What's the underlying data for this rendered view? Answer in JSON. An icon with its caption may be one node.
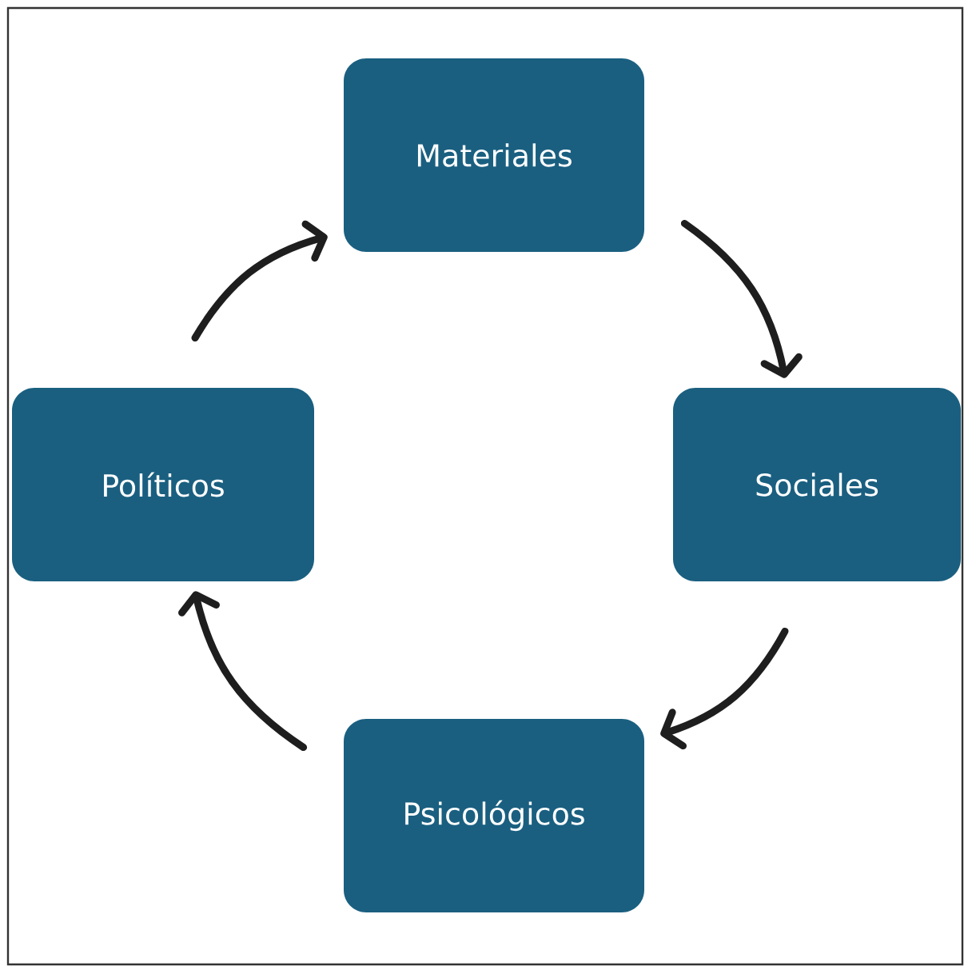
{
  "diagram": {
    "nodes": [
      {
        "text": [
          "Materiales"
        ]
      },
      {
        "text": [
          "Sociales"
        ]
      },
      {
        "text": [
          "Psicológicos"
        ]
      },
      {
        "text": [
          "Políticos"
        ]
      }
    ],
    "edges": [
      {
        "from": 0,
        "to": 1,
        "arrow": "to"
      },
      {
        "from": 1,
        "to": 2,
        "arrow": "to"
      },
      {
        "from": 2,
        "to": 3,
        "arrow": "to"
      },
      {
        "from": 3,
        "to": 0,
        "arrow": "to"
      }
    ]
  }
}
